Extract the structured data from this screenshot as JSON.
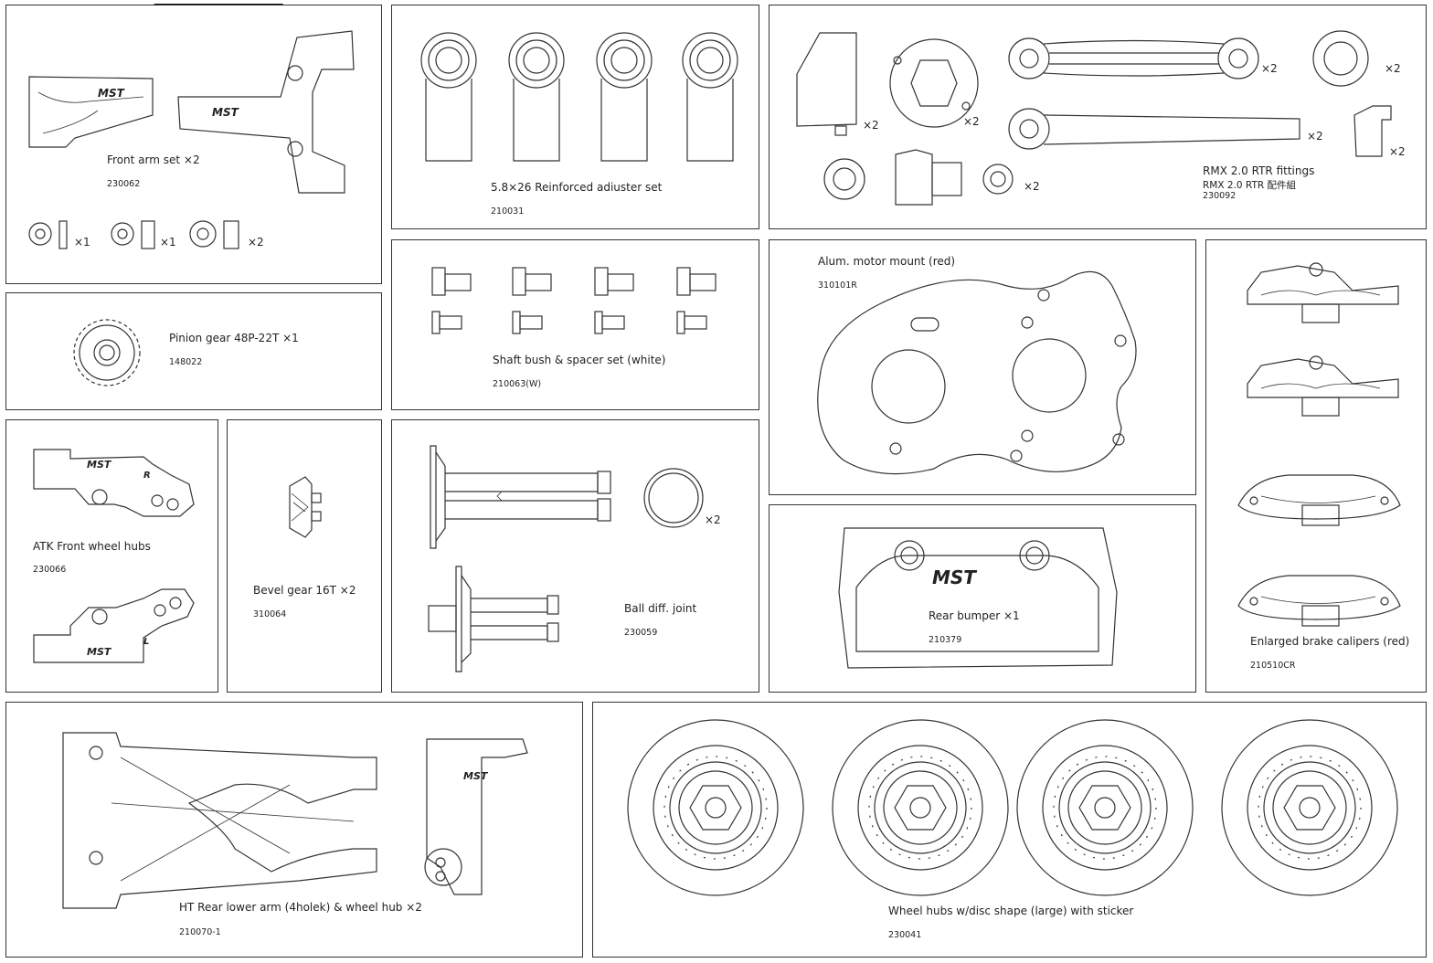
{
  "parts": [
    {
      "id": "front_arm",
      "name": "Front arm set",
      "qty": "×2",
      "code": "230062",
      "small_qty": [
        "×1",
        "×1",
        "×2"
      ]
    },
    {
      "id": "adjuster",
      "name": "5.8×26  Reinforced adiuster set",
      "code": "210031"
    },
    {
      "id": "rmx",
      "name": "RMX 2.0 RTR fittings",
      "name2": "RMX 2.0 RTR 配件組",
      "code": "230092",
      "qtys": [
        "×2",
        "×2",
        "×2",
        "×2",
        "×2",
        "×2",
        "×2"
      ]
    },
    {
      "id": "pinion",
      "name": "Pinion gear 48P-22T",
      "qty": "×1",
      "code": "148022"
    },
    {
      "id": "bush",
      "name": "Shaft bush & spacer set (white)",
      "code": "210063(W)"
    },
    {
      "id": "motor_mount",
      "name": "Alum. motor mount (red)",
      "code": "310101R"
    },
    {
      "id": "calipers",
      "name": "Enlarged brake calipers (red)",
      "code": "210510CR"
    },
    {
      "id": "front_hubs",
      "name": "ATK Front wheel hubs",
      "code": "230066"
    },
    {
      "id": "bevel",
      "name": "Bevel gear 16T",
      "qty": "×2",
      "code": "310064"
    },
    {
      "id": "ball_diff",
      "name": "Ball diff. joint",
      "code": "230059",
      "qty": "×2"
    },
    {
      "id": "bumper",
      "name": "Rear bumper",
      "qty": "×1",
      "code": "210379"
    },
    {
      "id": "rear_arm",
      "name": "HT Rear lower arm (4holek) & wheel hub",
      "qty": "×2",
      "code": "210070-1"
    },
    {
      "id": "wheel_hubs",
      "name": "Wheel hubs w/disc shape (large) with sticker",
      "code": "230041"
    }
  ],
  "marks": {
    "brand": "MST",
    "right": "R",
    "left": "L"
  }
}
